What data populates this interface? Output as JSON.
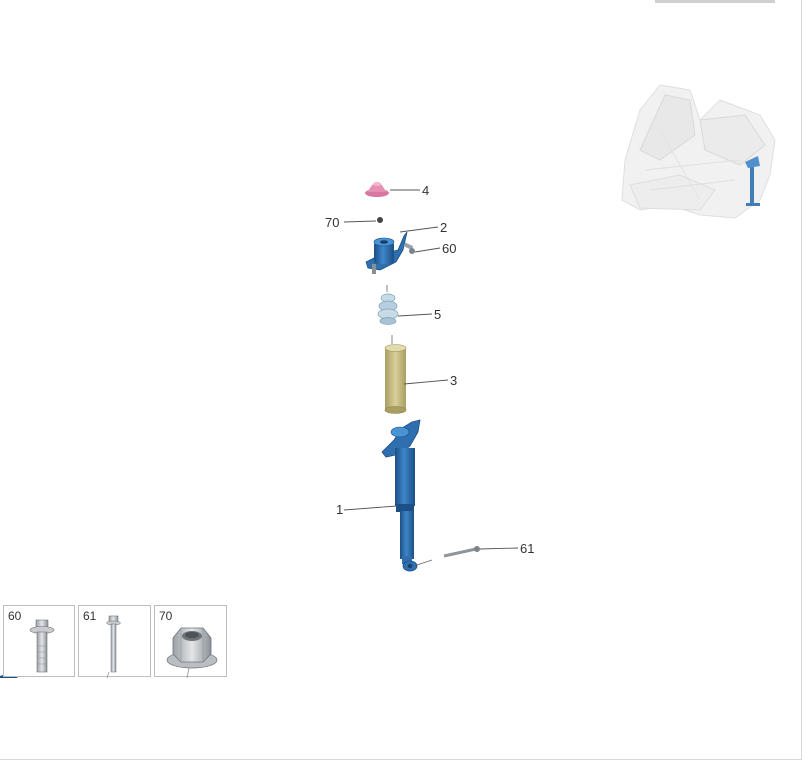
{
  "callouts": {
    "part_1": "1",
    "part_2": "2",
    "part_3": "3",
    "part_4": "4",
    "part_5": "5",
    "part_60": "60",
    "part_61": "61",
    "part_70": "70"
  },
  "thumbnails": [
    {
      "label": "60",
      "icon": "flange-bolt-icon"
    },
    {
      "label": "61",
      "icon": "long-bolt-icon"
    },
    {
      "label": "70",
      "icon": "flange-nut-icon"
    }
  ],
  "colors": {
    "part_blue": "#2f6fb0",
    "part_blue_dark": "#1c4f86",
    "dust_boot": "#c9c08a",
    "cap_pink": "#e58fb5",
    "locator_blue": "#2f6fb0"
  }
}
